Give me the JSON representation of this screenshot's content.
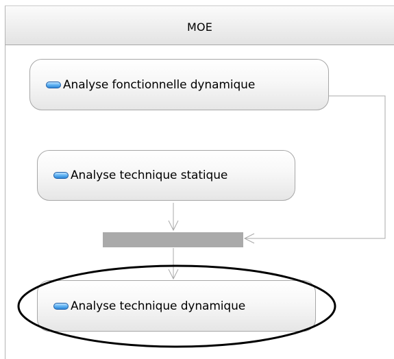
{
  "lane": {
    "title": "MOE"
  },
  "nodes": {
    "afd": {
      "label": "Analyse fonctionnelle dynamique",
      "icon": "action-pill-icon"
    },
    "ats": {
      "label": "Analyse technique statique",
      "icon": "action-pill-icon"
    },
    "atd": {
      "label": "Analyse technique dynamique",
      "icon": "action-pill-icon",
      "highlighted": true
    }
  },
  "colors": {
    "icon_blue": "#4aa2ec",
    "join_bar": "#aaaaaa",
    "edge": "#a8a8a8",
    "highlight": "#000000"
  }
}
